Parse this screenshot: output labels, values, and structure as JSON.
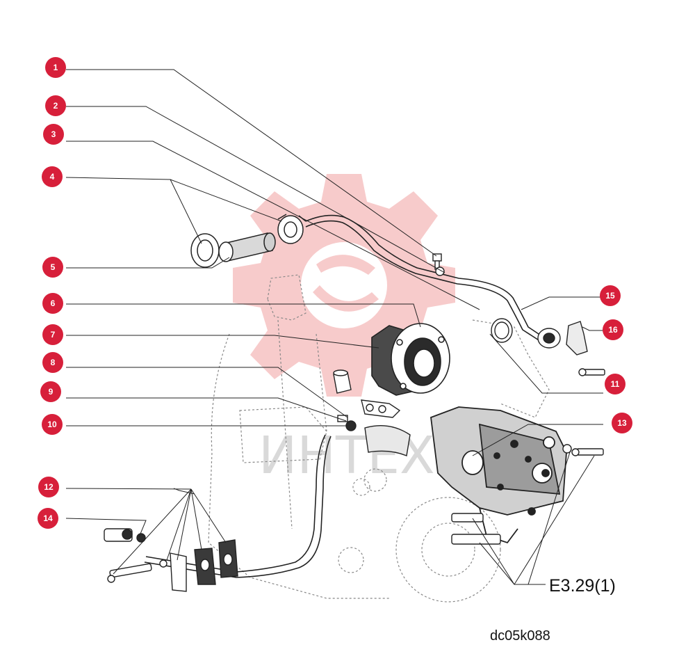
{
  "diagram": {
    "figure_code": "E3.29(1)",
    "image_code": "dc05k088",
    "watermark_text": "ИНТЕХ",
    "callouts": [
      {
        "num": "1"
      },
      {
        "num": "2"
      },
      {
        "num": "3"
      },
      {
        "num": "4"
      },
      {
        "num": "5"
      },
      {
        "num": "6"
      },
      {
        "num": "7"
      },
      {
        "num": "8"
      },
      {
        "num": "9"
      },
      {
        "num": "10"
      },
      {
        "num": "11"
      },
      {
        "num": "12"
      },
      {
        "num": "13"
      },
      {
        "num": "14"
      },
      {
        "num": "15"
      },
      {
        "num": "16"
      }
    ]
  },
  "colors": {
    "callout_fill": "#d71f3a",
    "line": "#222222",
    "watermark": "#f6c2c2"
  }
}
